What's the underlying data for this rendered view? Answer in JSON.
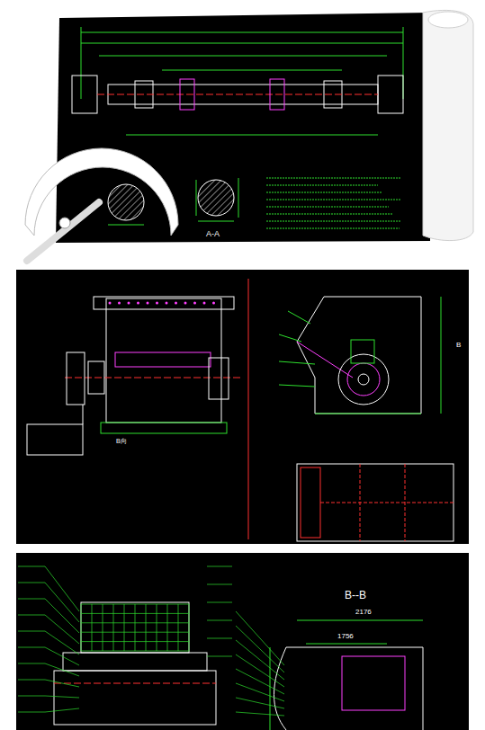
{
  "diagram": {
    "labels": [
      "A-A",
      "B向",
      "B",
      "B--B",
      "2176",
      "1756"
    ]
  }
}
